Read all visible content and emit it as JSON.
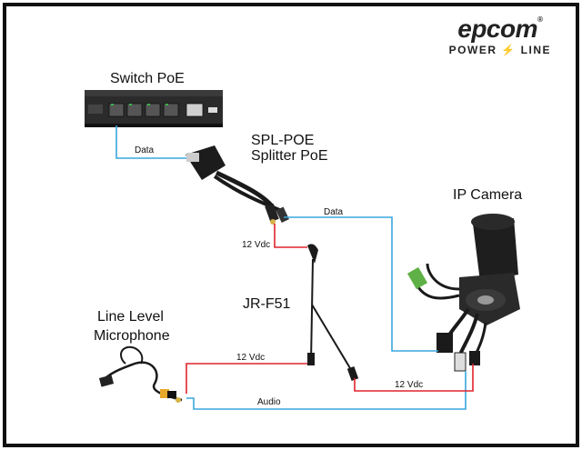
{
  "brand": {
    "name": "epcom",
    "reg": "®",
    "power": "POWER",
    "line": "LINE",
    "bolt": "⚡",
    "color_accent": "#e31e24"
  },
  "labels": {
    "switch": "Switch PoE",
    "splitter_model": "SPL-POE",
    "splitter_name": "Splitter PoE",
    "camera": "IP Camera",
    "jr": "JR-F51",
    "mic_line1": "Line Level",
    "mic_line2": "Microphone"
  },
  "wires": {
    "data_1": "Data",
    "data_2": "Data",
    "vdc_1": "12 Vdc",
    "vdc_2": "12 Vdc",
    "vdc_3": "12 Vdc",
    "audio": "Audio"
  },
  "colors": {
    "data": "#3aa6dd",
    "power": "#e0232b",
    "audio": "#3aa6dd",
    "cable": "#1a1a1a"
  }
}
